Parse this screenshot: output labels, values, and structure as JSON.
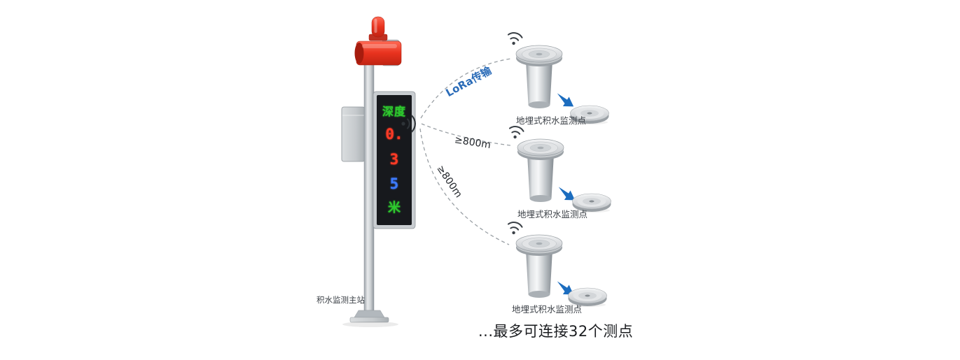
{
  "main_station": {
    "label": "积水监测主站",
    "display_rows": [
      {
        "text": "深度",
        "color": "#2ec92e"
      },
      {
        "text": "0.",
        "color": "#ff3b26"
      },
      {
        "text": "3",
        "color": "#ff3b26"
      },
      {
        "text": "5",
        "color": "#3d7bff"
      },
      {
        "text": "米",
        "color": "#2ec92e"
      }
    ]
  },
  "links": [
    {
      "label": "LoRa传输",
      "color": "#2b6cb8"
    },
    {
      "label": "≥800m",
      "color": "#23272c"
    },
    {
      "label": "≥800m",
      "color": "#23272c"
    }
  ],
  "sensors": [
    {
      "label": "地埋式积水监测点"
    },
    {
      "label": "地埋式积水监测点"
    },
    {
      "label": "地埋式积水监测点"
    }
  ],
  "footer": "...最多可连接32个测点",
  "colors": {
    "arrow_blue": "#1c6dbf",
    "alarm_red": "#e8321e",
    "dashed_line": "#9aa0a5",
    "metal_silver": "#c6cacd"
  },
  "icons": [
    {
      "name": "signal-waves-icon"
    },
    {
      "name": "wifi-icon"
    },
    {
      "name": "blue-arrow-icon"
    }
  ]
}
